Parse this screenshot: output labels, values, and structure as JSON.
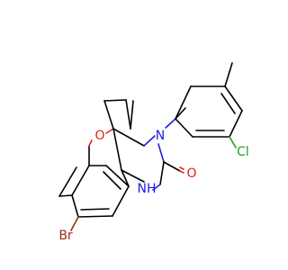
{
  "molecule": {
    "atom_labels": {
      "o_ring": "O",
      "n_aryl": "N",
      "nh": "NH",
      "o_carbonyl": "O",
      "cl": "Cl",
      "br": "Br"
    },
    "colors": {
      "bond": "#000000",
      "oxygen": "#e8201c",
      "nitrogen": "#2020e0",
      "chlorine": "#1f9e1f",
      "bromine": "#a02a16"
    }
  }
}
